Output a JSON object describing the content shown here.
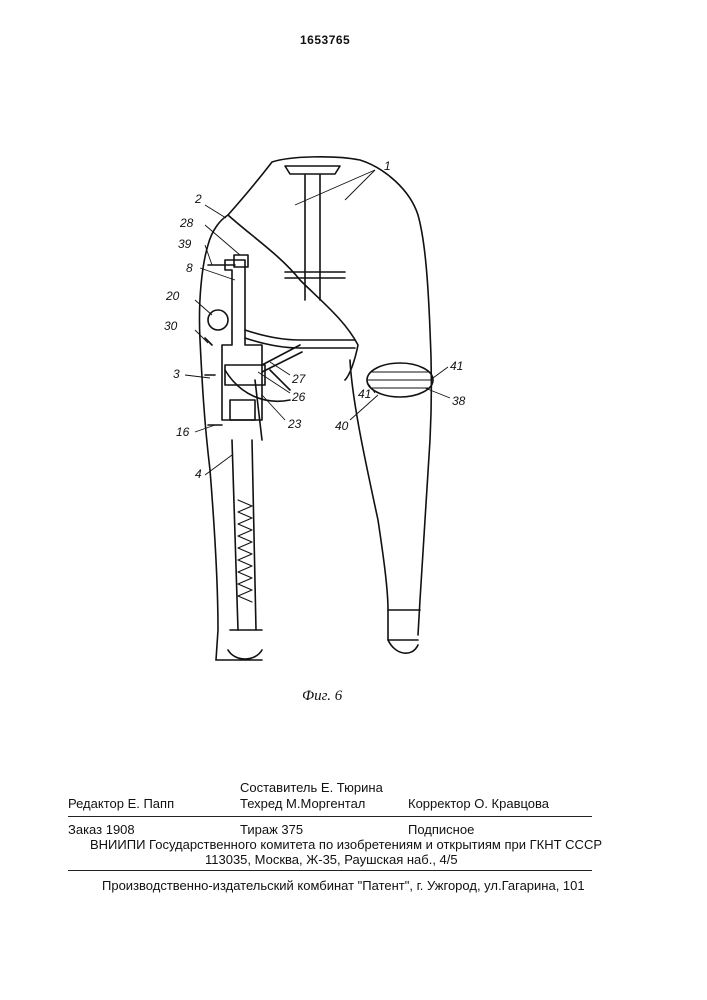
{
  "patent_number": "1653765",
  "figure": {
    "caption": "Фиг. 6",
    "labels": {
      "l1": "1",
      "l2": "2",
      "l28": "28",
      "l39": "39",
      "l8": "8",
      "l20": "20",
      "l30": "30",
      "l3": "3",
      "l16": "16",
      "l4": "4",
      "l27": "27",
      "l26": "26",
      "l23": "23",
      "l40": "40",
      "l41a": "41",
      "l41b": "41",
      "l38": "38"
    }
  },
  "credits": {
    "compiler": "Составитель  Е. Тюрина",
    "editor": "Редактор  Е. Папп",
    "techred": "Техред М.Моргентал",
    "corrector": "Корректор  О. Кравцова"
  },
  "order": {
    "order_no": "Заказ  1908",
    "circulation": "Тираж  375",
    "subscription": "Подписное",
    "org_line": "ВНИИПИ Государственного комитета по изобретениям и открытиям при ГКНТ СССР",
    "address": "113035, Москва, Ж-35, Раушская наб., 4/5"
  },
  "publisher": "Производственно-издательский комбинат \"Патент\", г. Ужгород, ул.Гагарина, 101"
}
